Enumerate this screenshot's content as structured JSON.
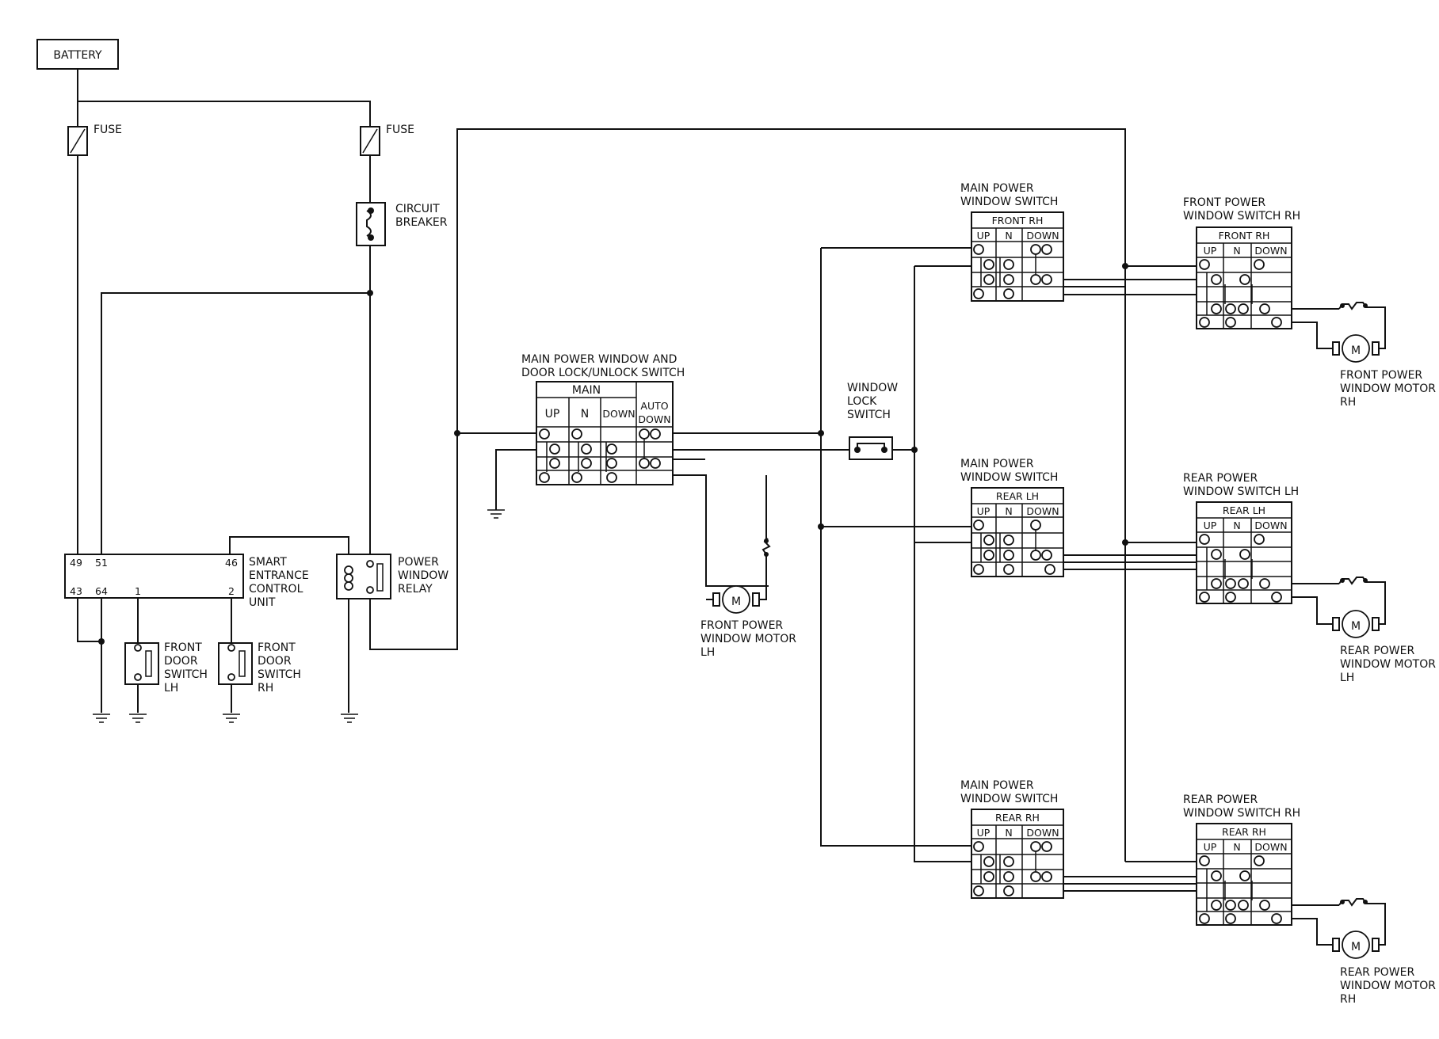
{
  "labels": {
    "battery": "BATTERY",
    "fuse1": "FUSE",
    "fuse2": "FUSE",
    "circuit_breaker": [
      "CIRCUIT",
      "BREAKER"
    ],
    "smart_unit": [
      "SMART",
      "ENTRANCE",
      "CONTROL",
      "UNIT"
    ],
    "pins": {
      "p49": "49",
      "p51": "51",
      "p46": "46",
      "p43": "43",
      "p64": "64",
      "p1": "1",
      "p2": "2"
    },
    "door_switch_lh": [
      "FRONT",
      "DOOR",
      "SWITCH",
      "LH"
    ],
    "door_switch_rh": [
      "FRONT",
      "DOOR",
      "SWITCH",
      "RH"
    ],
    "relay": [
      "POWER",
      "WINDOW",
      "RELAY"
    ],
    "main_switch_title": [
      "MAIN POWER WINDOW AND",
      "DOOR LOCK/UNLOCK SWITCH"
    ],
    "main_switch_header": "MAIN",
    "main_switch_cols": [
      "UP",
      "N",
      "DOWN",
      "AUTO",
      "DOWN"
    ],
    "motor_front_lh": [
      "FRONT POWER",
      "WINDOW MOTOR",
      "LH"
    ],
    "window_lock": [
      "WINDOW",
      "LOCK",
      "SWITCH"
    ],
    "mpws_fr_title": [
      "MAIN POWER",
      "WINDOW SWITCH"
    ],
    "mpws_fr_header": "FRONT RH",
    "mpws_rl_title": [
      "MAIN POWER",
      "WINDOW SWITCH"
    ],
    "mpws_rl_header": "REAR LH",
    "mpws_rr_title": [
      "MAIN POWER",
      "WINDOW SWITCH"
    ],
    "mpws_rr_header": "REAR RH",
    "fpws_rh_title": [
      "FRONT POWER",
      "WINDOW SWITCH RH"
    ],
    "fpws_rh_header": "FRONT RH",
    "rpws_lh_title": [
      "REAR POWER",
      "WINDOW SWITCH LH"
    ],
    "rpws_lh_header": "REAR LH",
    "rpws_rh_title": [
      "REAR POWER",
      "WINDOW SWITCH RH"
    ],
    "rpws_rh_header": "REAR RH",
    "col_up": "UP",
    "col_n": "N",
    "col_down": "DOWN",
    "motor_front_rh": [
      "FRONT POWER",
      "WINDOW MOTOR",
      "RH"
    ],
    "motor_rear_lh": [
      "REAR POWER",
      "WINDOW MOTOR",
      "LH"
    ],
    "motor_rear_rh": [
      "REAR POWER",
      "WINDOW MOTOR",
      "RH"
    ],
    "motor_symbol": "M"
  }
}
